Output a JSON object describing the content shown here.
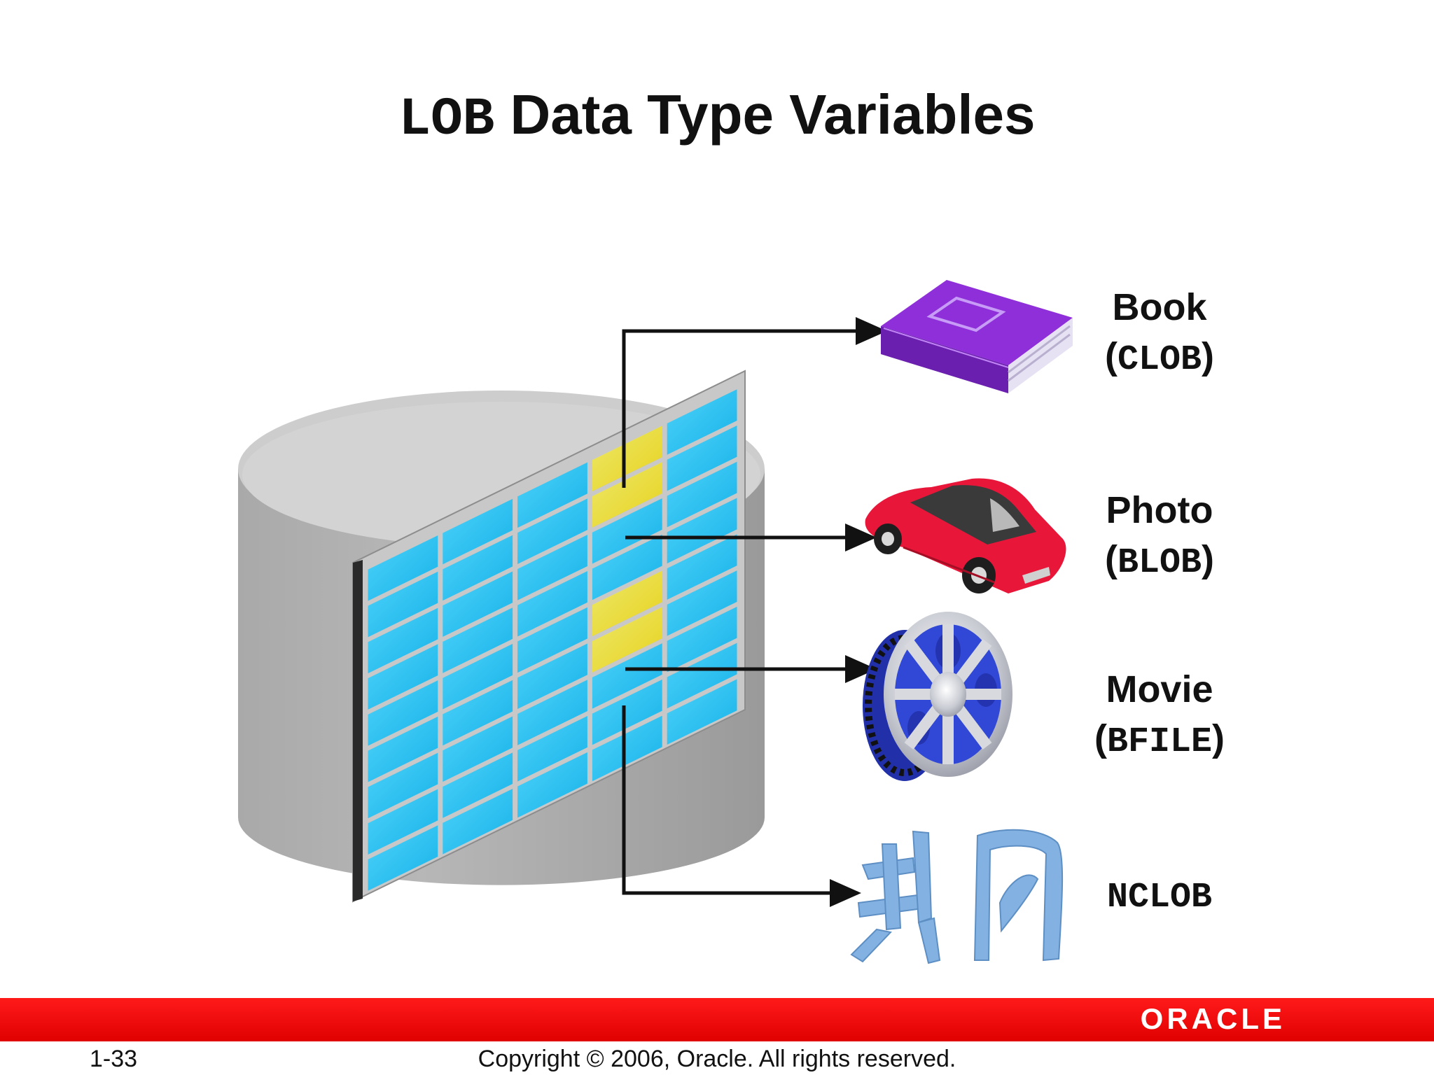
{
  "title": {
    "mono_part": "LOB",
    "text_part": "Data Type Variables"
  },
  "items": [
    {
      "name": "Book",
      "type": "CLOB",
      "icon": "book-icon"
    },
    {
      "name": "Photo",
      "type": "BLOB",
      "icon": "car-icon"
    },
    {
      "name": "Movie",
      "type": "BFILE",
      "icon": "film-reel-icon"
    },
    {
      "name": "",
      "type": "NCLOB",
      "icon": "chinese-characters-icon"
    }
  ],
  "footer": {
    "page_number": "1-33",
    "copyright": "Copyright © 2006, Oracle.  All rights reserved.",
    "logo": "ORACLE"
  },
  "colors": {
    "footer_bar": "#ee0000",
    "table_cell": "#29c4f2",
    "highlight_cell": "#f2e431",
    "book": "#8f3fe0",
    "car": "#e8173a",
    "reel": "#2f45c8",
    "glyph": "#7fb0e0",
    "database": "#bfbfbf"
  }
}
